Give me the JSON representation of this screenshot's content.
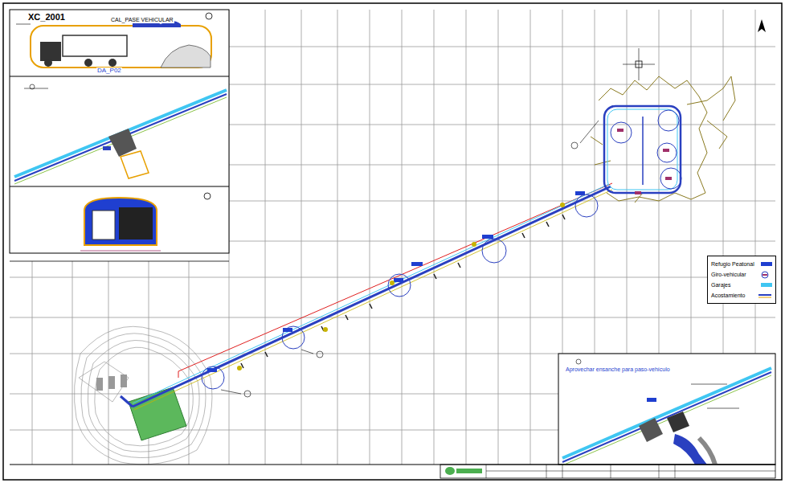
{
  "diagram": {
    "nodes": [
      {
        "text": [
          "XC_2001",
          "CAL_PASE VEHICULAR",
          "DA_P02"
        ]
      },
      {
        "text": [
          "Aprovechar ensanche para paso-vehículo"
        ]
      }
    ],
    "legend": [
      {
        "text": "Refugio Peatonal",
        "color": "#1f3fd0"
      },
      {
        "text": "Giro-vehicular"
      },
      {
        "text": "Garajes",
        "color": "#3fc6f2"
      },
      {
        "text": "Acostamiento"
      }
    ]
  }
}
